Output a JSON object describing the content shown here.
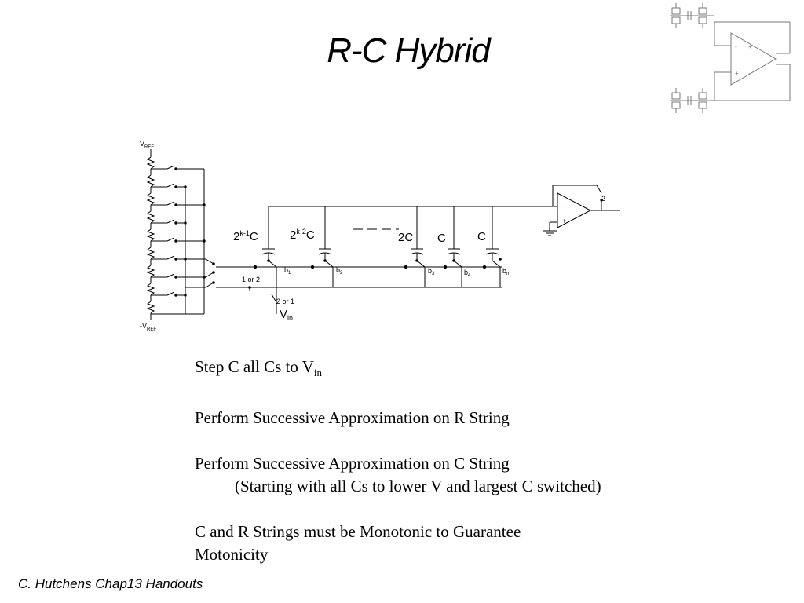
{
  "slide": {
    "title": "R-C Hybrid",
    "footer": "C. Hutchens Chap13 Handouts"
  },
  "circuit": {
    "vref_top": "V",
    "vref_top_sub": "REF",
    "vref_bottom": "-V",
    "vref_bottom_sub": "REF",
    "cap_labels": [
      {
        "base": "2",
        "sup": "k-1",
        "tail": "C"
      },
      {
        "base": "2",
        "sup": "k-2",
        "tail": "C"
      },
      {
        "base": "2C"
      },
      {
        "base": "C"
      },
      {
        "base": "C"
      }
    ],
    "bit_labels": [
      {
        "b": "b",
        "sub": "1"
      },
      {
        "b": "b",
        "sub": "2"
      },
      {
        "b": "b",
        "sub": "3"
      },
      {
        "b": "b",
        "sub": "4"
      },
      {
        "b": "b",
        "sub": "m"
      }
    ],
    "switch_1or2": "1 or 2",
    "switch_2or1": "2 or 1",
    "vin": "V",
    "vin_sub": "in",
    "opamp_minus": "−",
    "opamp_plus": "+",
    "feedback_switch": "2"
  },
  "text": {
    "line1_main": "Step C all Cs to V",
    "line1_sub": "in",
    "line2": "Perform Successive Approximation on R String",
    "line3": "Perform Successive Approximation on C String",
    "line4": "(Starting with all Cs to lower V and largest C switched)",
    "line5": "C and R Strings must be Monotonic to Guarantee",
    "line6": "Motonicity"
  }
}
